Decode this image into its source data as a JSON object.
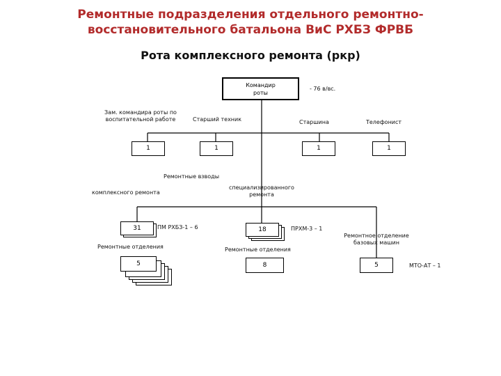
{
  "title": {
    "line1": "Ремонтные подразделения отдельного ремонтно-",
    "line2": "восстановительного батальона ВиС РХБЗ ФРВБ"
  },
  "subtitle": "Рота комплексного ремонта (ркр)",
  "commander": {
    "label": "Командир роты",
    "note": "- 76 в/вс."
  },
  "staff": [
    {
      "role": "Зам. командира роты по воспитательной работе",
      "count": "1"
    },
    {
      "role": "Старший техник",
      "count": "1"
    },
    {
      "role": "Старшина",
      "count": "1"
    },
    {
      "role": "Телефонист",
      "count": "1"
    }
  ],
  "platoons_label": "Ремонтные взводы",
  "platoon_complex": {
    "label": "комплексного ремонта",
    "count": "31",
    "equipment": "ПМ РХБЗ-1 – 6",
    "sections_label": "Ремонтные отделения",
    "sections_count": "5"
  },
  "platoon_special": {
    "label": "специализированного ремонта",
    "count": "18",
    "equipment": "ПРХМ-3 – 1",
    "sections_label": "Ремонтные отделения",
    "sections_count": "8"
  },
  "base_section": {
    "label": "Ремонтное отделение базовых машин",
    "count": "5",
    "equipment": "МТО-АТ – 1"
  }
}
